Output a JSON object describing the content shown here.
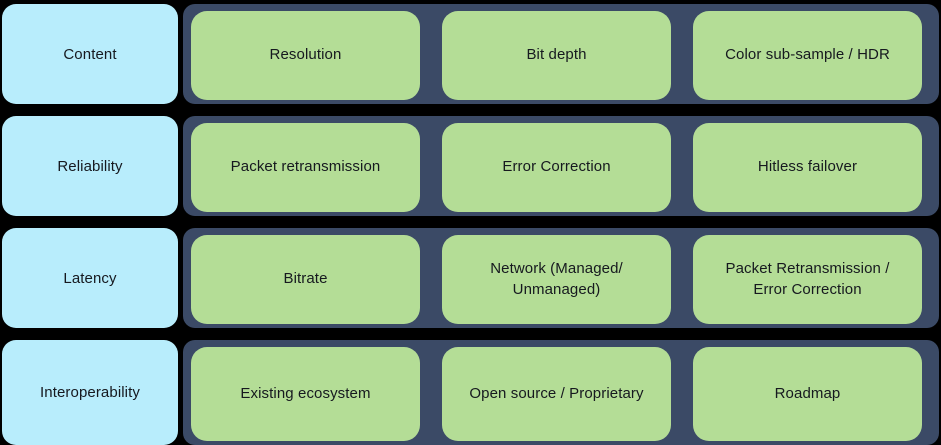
{
  "colors": {
    "background": "#000000",
    "label_fill": "#b8edfc",
    "cell_fill": "#b4dd96",
    "track_fill": "#3b4a66",
    "text": "#16191f"
  },
  "rows": [
    {
      "label": "Content",
      "cells": [
        "Resolution",
        "Bit depth",
        "Color sub-sample / HDR"
      ]
    },
    {
      "label": "Reliability",
      "cells": [
        "Packet retransmission",
        "Error Correction",
        "Hitless failover"
      ]
    },
    {
      "label": "Latency",
      "cells": [
        "Bitrate",
        "Network (Managed/\nUnmanaged)",
        "Packet Retransmission /\nError Correction"
      ]
    },
    {
      "label": "Interoperability",
      "cells": [
        "Existing ecosystem",
        "Open source / Proprietary",
        "Roadmap"
      ]
    }
  ]
}
